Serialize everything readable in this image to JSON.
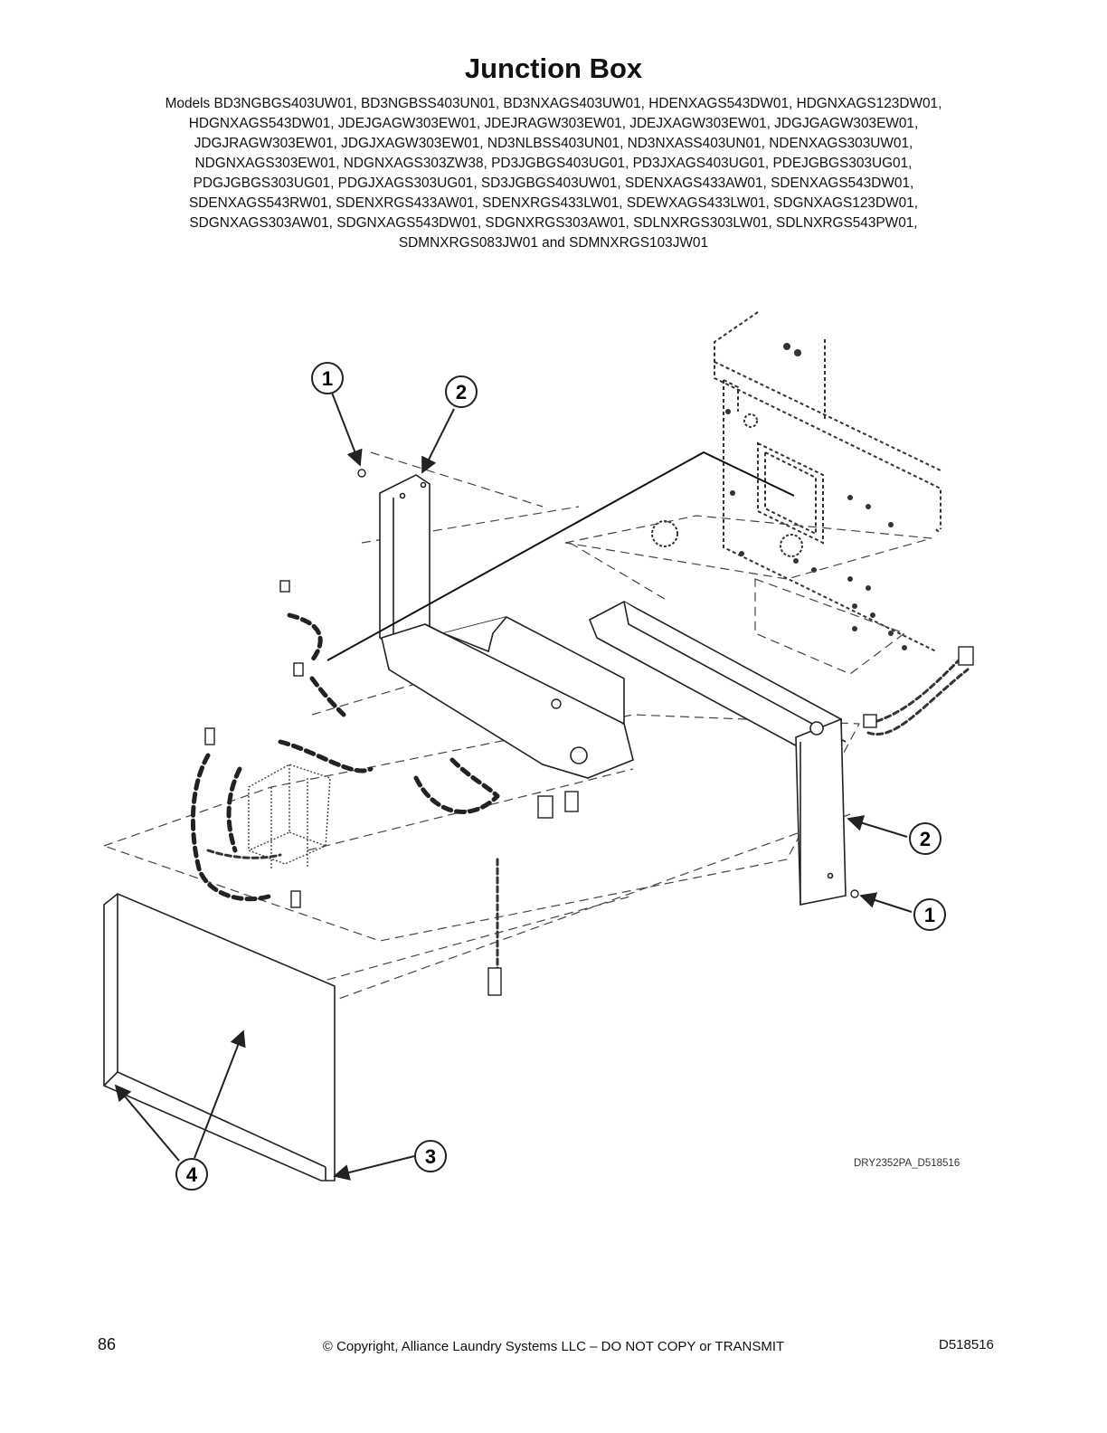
{
  "page": {
    "title": "Junction Box",
    "models": [
      "Models BD3NGBGS403UW01, BD3NGBSS403UN01, BD3NXAGS403UW01, HDENXAGS543DW01, HDGNXAGS123DW01,",
      "HDGNXAGS543DW01, JDEJGAGW303EW01, JDEJRAGW303EW01, JDEJXAGW303EW01, JDGJGAGW303EW01,",
      "JDGJRAGW303EW01, JDGJXAGW303EW01, ND3NLBSS403UN01, ND3NXASS403UN01, NDENXAGS303UW01,",
      "NDGNXAGS303EW01, NDGNXAGS303ZW38, PD3JGBGS403UG01, PD3JXAGS403UG01, PDEJGBGS303UG01,",
      "PDGJGBGS303UG01, PDGJXAGS303UG01, SD3JGBGS403UW01, SDENXAGS433AW01, SDENXAGS543DW01,",
      "SDENXAGS543RW01, SDENXRGS433AW01, SDENXRGS433LW01, SDEWXAGS433LW01, SDGNXAGS123DW01,",
      "SDGNXAGS303AW01, SDGNXAGS543DW01, SDGNXRGS303AW01, SDLNXRGS303LW01, SDLNXRGS543PW01,",
      "SDMNXRGS083JW01 and SDMNXRGS103JW01"
    ]
  },
  "diagram": {
    "callouts": {
      "screw_top": "1",
      "bracket_top": "2",
      "bracket_right": "2",
      "screw_right": "1",
      "cover": "3",
      "screws_bottom": "4"
    },
    "figure_code": "DRY2352PA_D518516"
  },
  "footer": {
    "page_number": "86",
    "copyright": "© Copyright, Alliance Laundry Systems LLC – DO NOT COPY or TRANSMIT",
    "doc_number": "D518516"
  }
}
